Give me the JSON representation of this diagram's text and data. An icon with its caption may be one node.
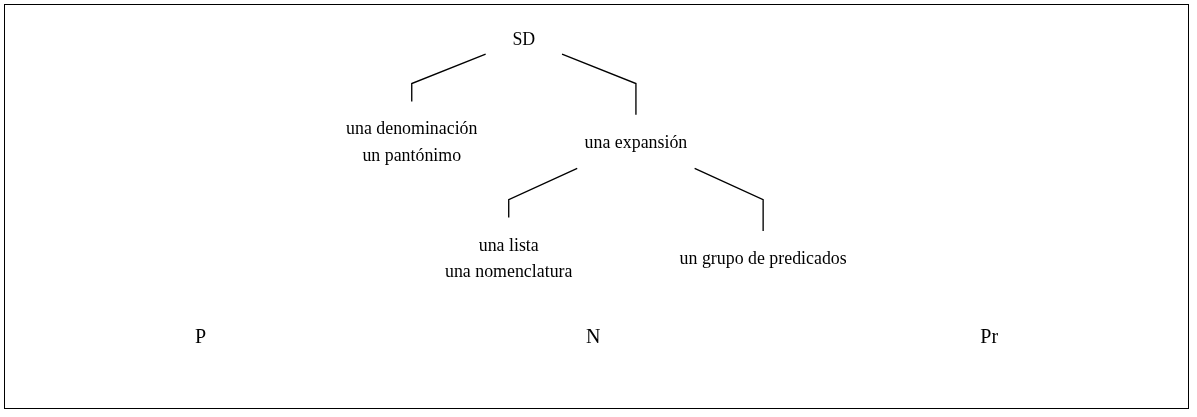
{
  "diagram": {
    "nodes": [
      {
        "text": [
          "SD"
        ]
      },
      {
        "text": [
          "una denominación",
          "un pantónimo"
        ]
      },
      {
        "text": [
          "una expansión"
        ]
      },
      {
        "text": [
          "una lista",
          "una nomenclatura"
        ]
      },
      {
        "text": [
          "un grupo de predicados"
        ]
      }
    ],
    "edges": [
      {
        "from": 0,
        "to": 1,
        "arrow": "none"
      },
      {
        "from": 0,
        "to": 2,
        "arrow": "none"
      },
      {
        "from": 2,
        "to": 3,
        "arrow": "none"
      },
      {
        "from": 2,
        "to": 4,
        "arrow": "none"
      }
    ],
    "labels": [
      "P",
      "N",
      "Pr"
    ]
  }
}
